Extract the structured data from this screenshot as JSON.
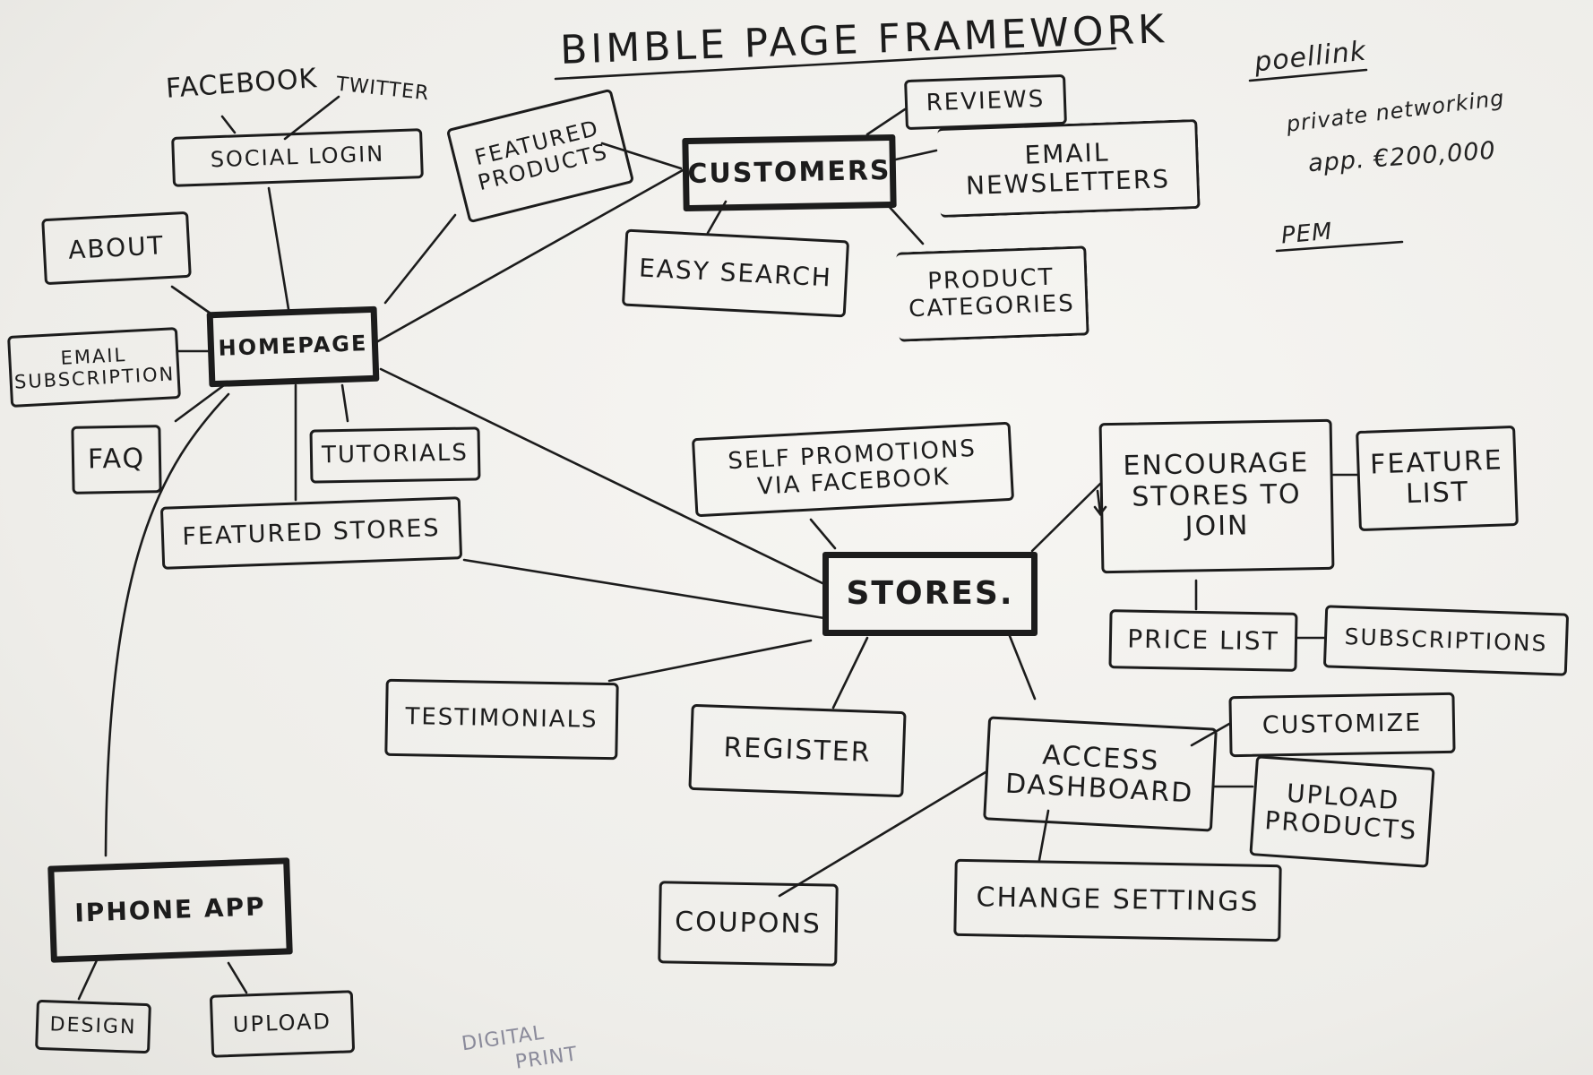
{
  "title": "BIMBLE PAGE FRAMEWORK",
  "side_notes": {
    "line1": "poellink",
    "line2": "private networking",
    "line3": "app. €200,000",
    "line4": "PEM"
  },
  "labels": {
    "facebook": "FACEBOOK",
    "twitter": "TWITTER"
  },
  "nodes": {
    "social_login": "SOCIAL LOGIN",
    "featured_products": [
      "FEATURED",
      "PRODUCTS"
    ],
    "reviews": "REVIEWS",
    "customers": "CUSTOMERS",
    "email_newsletters": [
      "EMAIL",
      "NEWSLETTERS"
    ],
    "about": "ABOUT",
    "easy_search": "EASY SEARCH",
    "product_categories": [
      "PRODUCT",
      "CATEGORIES"
    ],
    "email_subscription": [
      "EMAIL",
      "SUBSCRIPTION"
    ],
    "homepage": "HOMEPAGE",
    "faq": "FAQ",
    "tutorials": "TUTORIALS",
    "featured_stores": "FEATURED STORES",
    "self_promotions": [
      "SELF PROMOTIONS",
      "VIA FACEBOOK"
    ],
    "encourage_stores": [
      "ENCOURAGE",
      "STORES TO",
      "JOIN"
    ],
    "feature_list": [
      "FEATURE",
      "LIST"
    ],
    "stores": "STORES.",
    "price_list": "PRICE LIST",
    "subscriptions": "SUBSCRIPTIONS",
    "testimonials": "TESTIMONIALS",
    "register": "REGISTER",
    "access_dashboard": [
      "ACCESS",
      "DASHBOARD"
    ],
    "customize": "CUSTOMIZE",
    "upload_products": [
      "UPLOAD",
      "PRODUCTS"
    ],
    "iphone_app": "IPHONE APP",
    "change_settings": "CHANGE SETTINGS",
    "coupons": "COUPONS",
    "design": "DESIGN",
    "upload": "UPLOAD"
  },
  "bottom_fragments": {
    "digital": "DIGITAL",
    "print": "PRINT"
  },
  "colors": {
    "ink": "#1c1c1c",
    "paper": "#f4f3f0"
  }
}
